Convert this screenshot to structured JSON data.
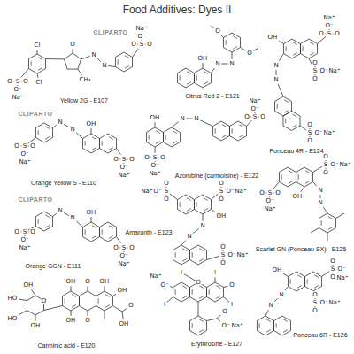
{
  "diagram": {
    "title": "Food Additives: Dyes II",
    "labels": [
      "Cl",
      "Cl",
      "S",
      "O",
      "O",
      "O⁻",
      "Na⁺",
      "O",
      "CH₃",
      "N",
      "N",
      "S",
      "O",
      "O",
      "O⁻",
      "Na⁺",
      "Yellow 2G - E107",
      "O",
      "O",
      "N",
      "N",
      "OH",
      "Citrus Red 2 - E121",
      "S",
      "O",
      "O",
      "O⁻",
      "Na⁺",
      "S",
      "O",
      "O",
      "O⁻",
      "Na⁺",
      "OH",
      "N",
      "N",
      "S",
      "O",
      "O",
      "O⁻",
      "Na⁺",
      "Ponceau 4R - E124",
      "S",
      "O",
      "O",
      "O⁻",
      "Na⁺",
      "N",
      "N",
      "OH",
      "S",
      "O",
      "O",
      "O⁻",
      "Na⁺",
      "Orange Yellow S - E110",
      "OH",
      "N",
      "N",
      "S",
      "O",
      "O",
      "O⁻",
      "Na⁺",
      "S",
      "O",
      "O",
      "O⁻",
      "Na⁺",
      "Azorubine (carmoisine) - E122",
      "S",
      "O",
      "O",
      "O⁻",
      "Na⁺",
      "S",
      "O",
      "O",
      "O⁻",
      "Na⁺",
      "OH",
      "N",
      "N",
      "S",
      "O",
      "O",
      "O⁻",
      "Na⁺",
      "Amaranth - E123",
      "S",
      "O",
      "O",
      "O⁻",
      "Na⁺",
      "S",
      "O",
      "O",
      "O⁻",
      "Na⁺",
      "OH",
      "N",
      "N",
      "Scarlet GN (Ponceau SX) - E125",
      "S",
      "O",
      "O",
      "O⁻",
      "Na⁺",
      "N",
      "N",
      "OH",
      "S",
      "O",
      "O",
      "O⁻",
      "Na⁺",
      "Orange GGN - E111",
      "S",
      "O",
      "O",
      "O⁻",
      "Na⁺",
      "S",
      "O",
      "O",
      "O⁻",
      "Na⁺",
      "OH",
      "N",
      "N",
      "Ponceau 6R - E126",
      "O",
      "OH",
      "HO",
      "HO",
      "OH",
      "OH",
      "O",
      "OH",
      "OH",
      "O",
      "O",
      "OH",
      "OH",
      "Carminic acid - E120",
      "O",
      "I",
      "O⁻",
      "Na⁺",
      "I",
      "I",
      "O",
      "I",
      "O",
      "O⁻",
      "Na⁺",
      "Erythrosine - E127",
      "CLIPARTO",
      "CLIPARTO",
      "CLIPARTO"
    ]
  }
}
